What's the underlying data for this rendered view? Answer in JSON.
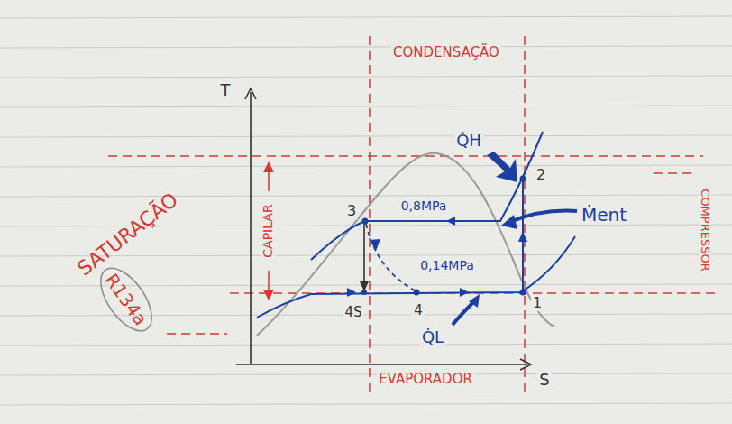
{
  "diagram": {
    "nodes": [
      {
        "text": [
          "SATURAÇÃO",
          "R134a"
        ]
      }
    ],
    "labels": [
      "T",
      "S",
      "CONDENSAÇÃO",
      "COMPRESSOR",
      "EVAPORADOR",
      "CAPILAR",
      "Q̇H",
      "Ṁent",
      "Q̇L",
      "0,8MPa",
      "0,14MPa",
      "1",
      "2",
      "3",
      "4",
      "4S"
    ]
  }
}
